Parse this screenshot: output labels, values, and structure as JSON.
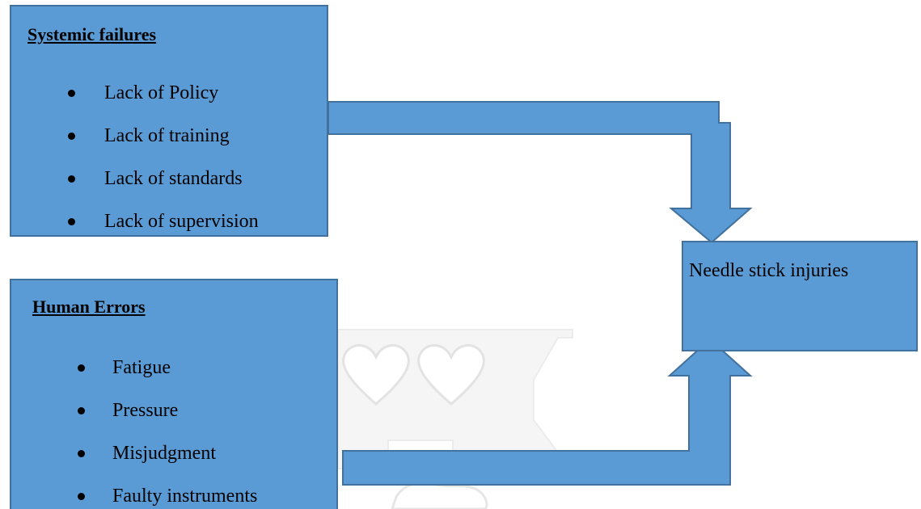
{
  "diagram": {
    "systemic": {
      "title": "Systemic failures",
      "items": [
        "Lack of Policy",
        "Lack of  training",
        "Lack of standards",
        "Lack of supervision"
      ]
    },
    "human": {
      "title": "Human Errors",
      "items": [
        "Fatigue",
        "Pressure",
        "Misjudgment",
        "Faulty instruments"
      ]
    },
    "outcome": {
      "label": "Needle stick injuries"
    },
    "colors": {
      "box_fill": "#5b9bd5",
      "box_border": "#41719c",
      "watermark": "#e6e6e6"
    },
    "watermark_icon": "heart-crest-icon"
  }
}
